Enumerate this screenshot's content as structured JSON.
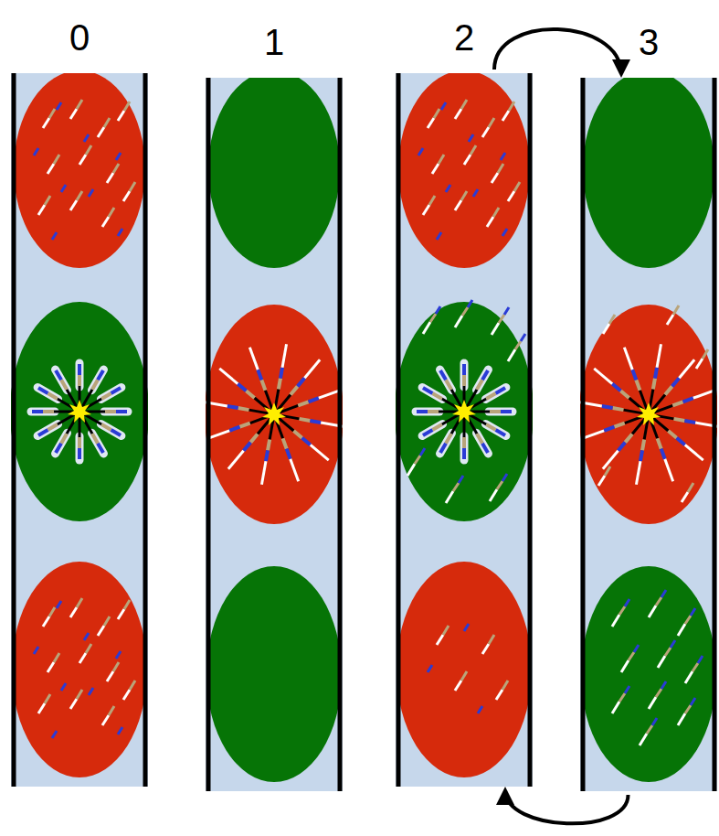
{
  "diagram": {
    "nodes": [
      {
        "text": [
          "0"
        ]
      },
      {
        "text": [
          "1"
        ]
      },
      {
        "text": [
          "2"
        ]
      },
      {
        "text": [
          "3"
        ]
      }
    ],
    "edges": [
      {
        "from": 2,
        "to": 3,
        "arrow": "to"
      },
      {
        "from": 3,
        "to": 2,
        "arrow": "to"
      }
    ]
  }
}
